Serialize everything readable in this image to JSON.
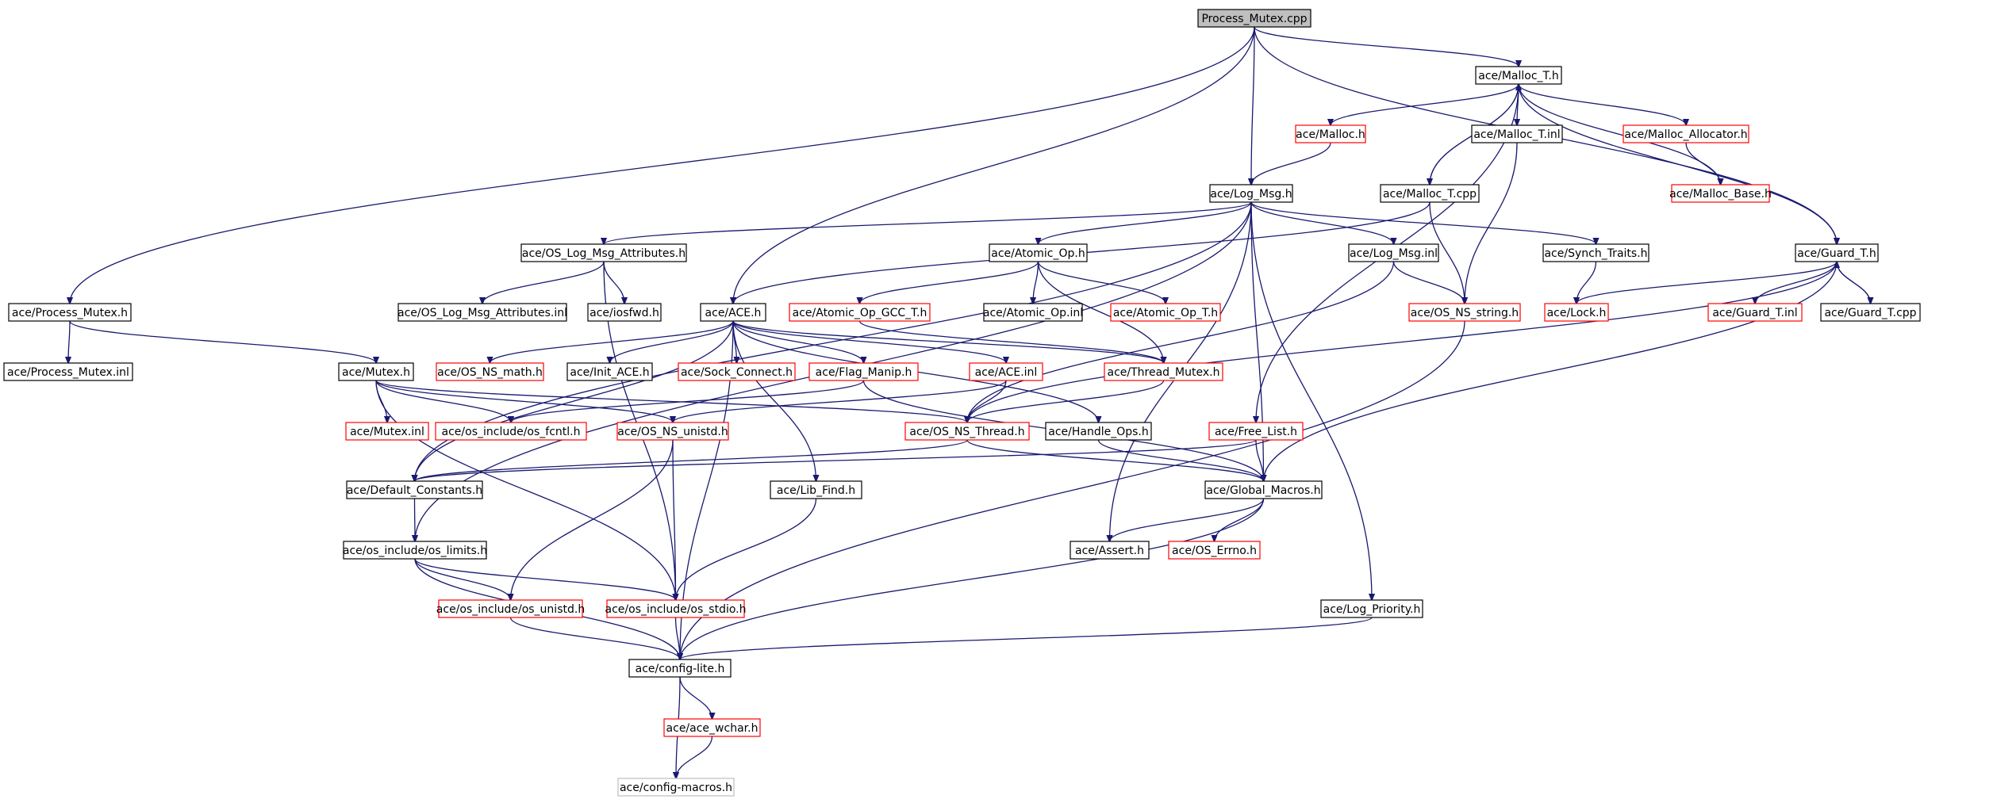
{
  "title": "Process_Mutex.cpp",
  "colors": {
    "edge": "#191970",
    "node_border_default": "#000000",
    "node_border_truncated": "#ff0000",
    "node_border_external": "#bfbfbf",
    "root_fill": "#bfbfbf",
    "node_fill": "#ffffff"
  },
  "nodes": [
    {
      "id": "root",
      "label": "Process_Mutex.cpp",
      "style": "root"
    },
    {
      "id": "malloc_t_h",
      "label": "ace/Malloc_T.h",
      "style": "black"
    },
    {
      "id": "malloc_h",
      "label": "ace/Malloc.h",
      "style": "red"
    },
    {
      "id": "malloc_t_inl",
      "label": "ace/Malloc_T.inl",
      "style": "black"
    },
    {
      "id": "malloc_allocator_h",
      "label": "ace/Malloc_Allocator.h",
      "style": "red"
    },
    {
      "id": "malloc_base_h",
      "label": "ace/Malloc_Base.h",
      "style": "red"
    },
    {
      "id": "log_msg_h",
      "label": "ace/Log_Msg.h",
      "style": "black"
    },
    {
      "id": "malloc_t_cpp",
      "label": "ace/Malloc_T.cpp",
      "style": "black"
    },
    {
      "id": "os_log_msg_attr_h",
      "label": "ace/OS_Log_Msg_Attributes.h",
      "style": "black"
    },
    {
      "id": "atomic_op_h",
      "label": "ace/Atomic_Op.h",
      "style": "black"
    },
    {
      "id": "log_msg_inl",
      "label": "ace/Log_Msg.inl",
      "style": "black"
    },
    {
      "id": "synch_traits_h",
      "label": "ace/Synch_Traits.h",
      "style": "black"
    },
    {
      "id": "guard_t_h",
      "label": "ace/Guard_T.h",
      "style": "black"
    },
    {
      "id": "process_mutex_h",
      "label": "ace/Process_Mutex.h",
      "style": "black"
    },
    {
      "id": "os_log_msg_attr_inl",
      "label": "ace/OS_Log_Msg_Attributes.inl",
      "style": "black"
    },
    {
      "id": "iosfwd_h",
      "label": "ace/iosfwd.h",
      "style": "black"
    },
    {
      "id": "ace_h",
      "label": "ace/ACE.h",
      "style": "black"
    },
    {
      "id": "atomic_op_gcc_t_h",
      "label": "ace/Atomic_Op_GCC_T.h",
      "style": "red"
    },
    {
      "id": "atomic_op_inl",
      "label": "ace/Atomic_Op.inl",
      "style": "black"
    },
    {
      "id": "atomic_op_t_h",
      "label": "ace/Atomic_Op_T.h",
      "style": "red"
    },
    {
      "id": "os_ns_string_h",
      "label": "ace/OS_NS_string.h",
      "style": "red"
    },
    {
      "id": "lock_h",
      "label": "ace/Lock.h",
      "style": "red"
    },
    {
      "id": "guard_t_inl",
      "label": "ace/Guard_T.inl",
      "style": "red"
    },
    {
      "id": "guard_t_cpp",
      "label": "ace/Guard_T.cpp",
      "style": "black"
    },
    {
      "id": "process_mutex_inl",
      "label": "ace/Process_Mutex.inl",
      "style": "black"
    },
    {
      "id": "mutex_h",
      "label": "ace/Mutex.h",
      "style": "black"
    },
    {
      "id": "os_ns_math_h",
      "label": "ace/OS_NS_math.h",
      "style": "red"
    },
    {
      "id": "init_ace_h",
      "label": "ace/Init_ACE.h",
      "style": "black"
    },
    {
      "id": "sock_connect_h",
      "label": "ace/Sock_Connect.h",
      "style": "red"
    },
    {
      "id": "flag_manip_h",
      "label": "ace/Flag_Manip.h",
      "style": "red"
    },
    {
      "id": "ace_inl",
      "label": "ace/ACE.inl",
      "style": "red"
    },
    {
      "id": "thread_mutex_h",
      "label": "ace/Thread_Mutex.h",
      "style": "red"
    },
    {
      "id": "mutex_inl",
      "label": "ace/Mutex.inl",
      "style": "red"
    },
    {
      "id": "os_fcntl_h",
      "label": "ace/os_include/os_fcntl.h",
      "style": "red"
    },
    {
      "id": "os_ns_unistd_h",
      "label": "ace/OS_NS_unistd.h",
      "style": "red"
    },
    {
      "id": "os_ns_thread_h",
      "label": "ace/OS_NS_Thread.h",
      "style": "red"
    },
    {
      "id": "handle_ops_h",
      "label": "ace/Handle_Ops.h",
      "style": "black"
    },
    {
      "id": "free_list_h",
      "label": "ace/Free_List.h",
      "style": "red"
    },
    {
      "id": "default_constants_h",
      "label": "ace/Default_Constants.h",
      "style": "black"
    },
    {
      "id": "lib_find_h",
      "label": "ace/Lib_Find.h",
      "style": "black"
    },
    {
      "id": "global_macros_h",
      "label": "ace/Global_Macros.h",
      "style": "black"
    },
    {
      "id": "os_limits_h",
      "label": "ace/os_include/os_limits.h",
      "style": "black"
    },
    {
      "id": "assert_h",
      "label": "ace/Assert.h",
      "style": "black"
    },
    {
      "id": "os_errno_h",
      "label": "ace/OS_Errno.h",
      "style": "red"
    },
    {
      "id": "os_unistd_h",
      "label": "ace/os_include/os_unistd.h",
      "style": "red"
    },
    {
      "id": "os_stdio_h",
      "label": "ace/os_include/os_stdio.h",
      "style": "red"
    },
    {
      "id": "log_priority_h",
      "label": "ace/Log_Priority.h",
      "style": "black"
    },
    {
      "id": "config_lite_h",
      "label": "ace/config-lite.h",
      "style": "black"
    },
    {
      "id": "ace_wchar_h",
      "label": "ace/ace_wchar.h",
      "style": "red"
    },
    {
      "id": "config_macros_h",
      "label": "ace/config-macros.h",
      "style": "gray"
    }
  ],
  "edges": [
    [
      "root",
      "malloc_t_h"
    ],
    [
      "root",
      "log_msg_h"
    ],
    [
      "root",
      "ace_h"
    ],
    [
      "root",
      "process_mutex_h"
    ],
    [
      "root",
      "guard_t_h"
    ],
    [
      "malloc_t_h",
      "malloc_h"
    ],
    [
      "malloc_t_h",
      "malloc_t_inl"
    ],
    [
      "malloc_t_h",
      "malloc_allocator_h"
    ],
    [
      "malloc_t_h",
      "malloc_base_h"
    ],
    [
      "malloc_t_h",
      "malloc_t_cpp"
    ],
    [
      "malloc_t_h",
      "guard_t_h"
    ],
    [
      "malloc_t_h",
      "free_list_h"
    ],
    [
      "malloc_t_cpp",
      "malloc_t_h"
    ],
    [
      "malloc_t_cpp",
      "os_ns_string_h"
    ],
    [
      "malloc_t_cpp",
      "ace_h"
    ],
    [
      "malloc_t_inl",
      "os_ns_string_h"
    ],
    [
      "malloc_h",
      "log_msg_h"
    ],
    [
      "malloc_allocator_h",
      "malloc_base_h"
    ],
    [
      "log_msg_h",
      "os_log_msg_attr_h"
    ],
    [
      "log_msg_h",
      "atomic_op_h"
    ],
    [
      "log_msg_h",
      "log_msg_inl"
    ],
    [
      "log_msg_h",
      "synch_traits_h"
    ],
    [
      "log_msg_h",
      "default_constants_h"
    ],
    [
      "log_msg_h",
      "os_limits_h"
    ],
    [
      "log_msg_h",
      "global_macros_h"
    ],
    [
      "log_msg_h",
      "assert_h"
    ],
    [
      "log_msg_h",
      "log_priority_h"
    ],
    [
      "os_log_msg_attr_h",
      "os_log_msg_attr_inl"
    ],
    [
      "os_log_msg_attr_h",
      "iosfwd_h"
    ],
    [
      "os_log_msg_attr_h",
      "os_stdio_h"
    ],
    [
      "atomic_op_h",
      "atomic_op_gcc_t_h"
    ],
    [
      "atomic_op_h",
      "atomic_op_inl"
    ],
    [
      "atomic_op_h",
      "atomic_op_t_h"
    ],
    [
      "atomic_op_h",
      "thread_mutex_h"
    ],
    [
      "log_msg_inl",
      "os_ns_string_h"
    ],
    [
      "log_msg_inl",
      "os_ns_thread_h"
    ],
    [
      "synch_traits_h",
      "lock_h"
    ],
    [
      "guard_t_h",
      "lock_h"
    ],
    [
      "guard_t_h",
      "guard_t_inl"
    ],
    [
      "guard_t_h",
      "guard_t_cpp"
    ],
    [
      "guard_t_h",
      "global_macros_h"
    ],
    [
      "guard_t_h",
      "os_ns_thread_h"
    ],
    [
      "guard_t_cpp",
      "guard_t_h"
    ],
    [
      "os_ns_string_h",
      "config_lite_h"
    ],
    [
      "process_mutex_h",
      "process_mutex_inl"
    ],
    [
      "process_mutex_h",
      "mutex_h"
    ],
    [
      "ace_h",
      "os_ns_math_h"
    ],
    [
      "ace_h",
      "init_ace_h"
    ],
    [
      "ace_h",
      "sock_connect_h"
    ],
    [
      "ace_h",
      "flag_manip_h"
    ],
    [
      "ace_h",
      "ace_inl"
    ],
    [
      "ace_h",
      "thread_mutex_h"
    ],
    [
      "ace_h",
      "handle_ops_h"
    ],
    [
      "ace_h",
      "lib_find_h"
    ],
    [
      "ace_h",
      "default_constants_h"
    ],
    [
      "ace_h",
      "config_lite_h"
    ],
    [
      "atomic_op_gcc_t_h",
      "thread_mutex_h"
    ],
    [
      "flag_manip_h",
      "os_fcntl_h"
    ],
    [
      "flag_manip_h",
      "global_macros_h"
    ],
    [
      "ace_inl",
      "os_ns_thread_h"
    ],
    [
      "ace_inl",
      "os_ns_unistd_h"
    ],
    [
      "thread_mutex_h",
      "os_ns_thread_h"
    ],
    [
      "mutex_h",
      "mutex_inl"
    ],
    [
      "mutex_h",
      "os_fcntl_h"
    ],
    [
      "mutex_h",
      "os_ns_unistd_h"
    ],
    [
      "mutex_h",
      "os_ns_thread_h"
    ],
    [
      "mutex_h",
      "os_stdio_h"
    ],
    [
      "os_ns_unistd_h",
      "os_unistd_h"
    ],
    [
      "os_ns_unistd_h",
      "os_stdio_h"
    ],
    [
      "os_ns_thread_h",
      "default_constants_h"
    ],
    [
      "os_ns_thread_h",
      "global_macros_h"
    ],
    [
      "handle_ops_h",
      "global_macros_h"
    ],
    [
      "free_list_h",
      "global_macros_h"
    ],
    [
      "free_list_h",
      "default_constants_h"
    ],
    [
      "default_constants_h",
      "os_limits_h"
    ],
    [
      "lib_find_h",
      "os_stdio_h"
    ],
    [
      "global_macros_h",
      "assert_h"
    ],
    [
      "global_macros_h",
      "os_errno_h"
    ],
    [
      "global_macros_h",
      "config_lite_h"
    ],
    [
      "os_limits_h",
      "os_unistd_h"
    ],
    [
      "os_limits_h",
      "os_stdio_h"
    ],
    [
      "os_limits_h",
      "config_lite_h"
    ],
    [
      "os_unistd_h",
      "config_lite_h"
    ],
    [
      "os_stdio_h",
      "config_lite_h"
    ],
    [
      "log_priority_h",
      "config_lite_h"
    ],
    [
      "config_lite_h",
      "ace_wchar_h"
    ],
    [
      "config_lite_h",
      "config_macros_h"
    ],
    [
      "ace_wchar_h",
      "config_macros_h"
    ]
  ]
}
